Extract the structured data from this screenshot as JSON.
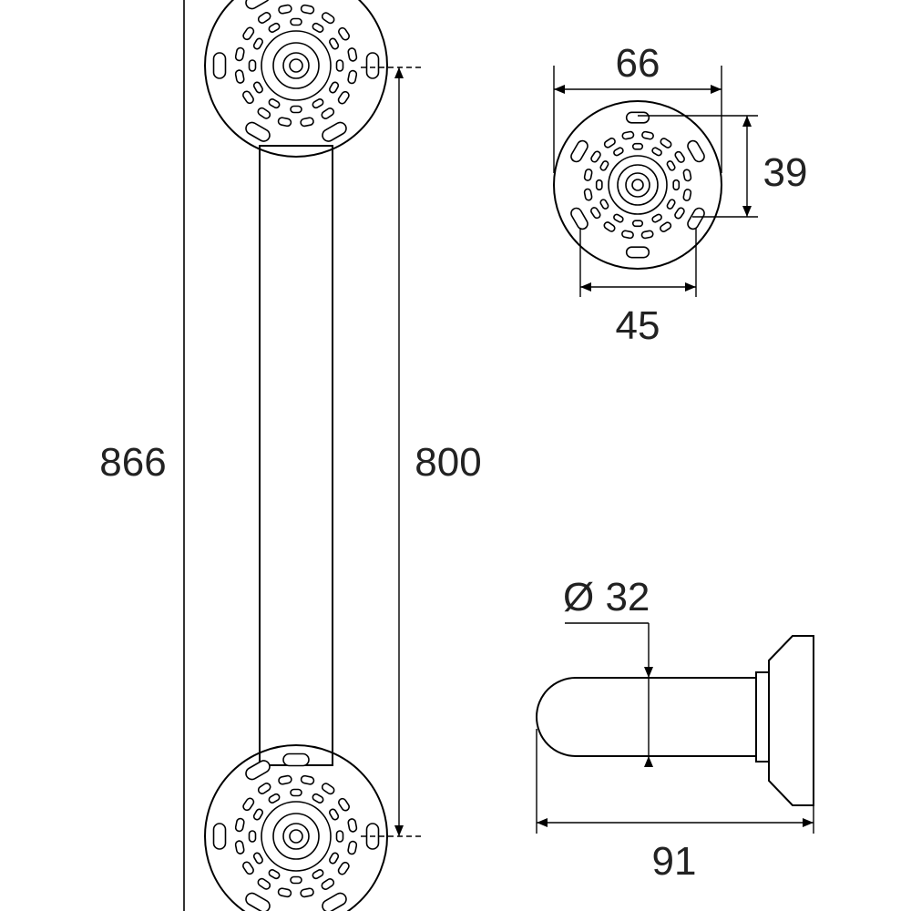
{
  "dimensions": {
    "overall_length": "866",
    "center_distance": "800",
    "flange_width": "66",
    "hole_spacing_vertical": "39",
    "hole_spacing_horizontal": "45",
    "tube_diameter": "Ø 32",
    "projection": "91"
  }
}
